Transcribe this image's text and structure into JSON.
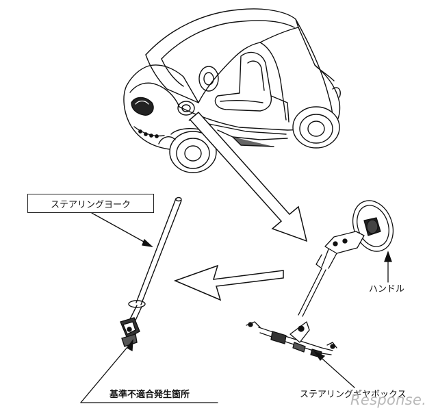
{
  "labels": {
    "steering_yoke": "ステアリングヨーク",
    "handle": "ハンドル",
    "defect_location": "基準不適合発生箇所",
    "gearbox": "ステアリングギヤボックス"
  },
  "watermark": "Response."
}
